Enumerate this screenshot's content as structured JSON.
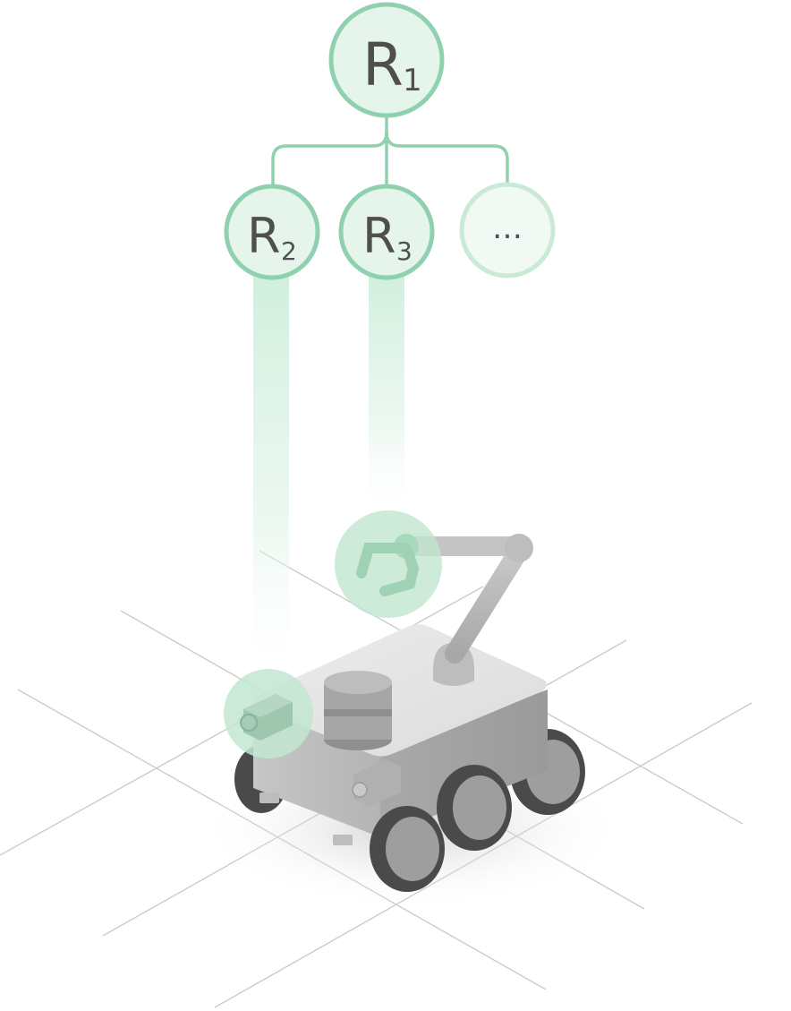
{
  "hierarchy": {
    "root": {
      "letter": "R",
      "index": "1"
    },
    "children": [
      {
        "letter": "R",
        "index": "2"
      },
      {
        "letter": "R",
        "index": "3"
      },
      {
        "ellipsis": "…"
      }
    ]
  },
  "colors": {
    "node_stroke": "#8fd1ae",
    "node_fill": "#e6f5ec",
    "node_fill_faded": "#f1f9f4",
    "node_stroke_faded": "#c9ead7",
    "connector": "#8fd1ae",
    "beam": "#cdeedb",
    "highlight": "#c2e6d1",
    "label_text": "#4f4f4f",
    "robot_body": "#d9d9d9",
    "robot_dark": "#4a4a4a",
    "grid": "#c8c8c8"
  },
  "icons": [
    "robot-icon",
    "camera-icon",
    "lidar-icon",
    "robot-arm-icon",
    "gripper-icon",
    "wheel-icon"
  ]
}
